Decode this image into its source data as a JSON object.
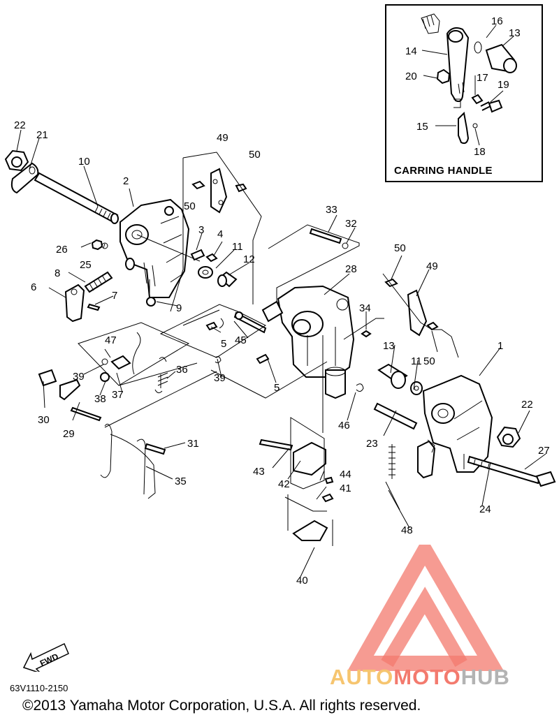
{
  "inset": {
    "title": "CARRING HANDLE"
  },
  "callouts": {
    "c1": "1",
    "c2": "2",
    "c3": "3",
    "c4": "4",
    "c5a": "5",
    "c5b": "5",
    "c6": "6",
    "c7": "7",
    "c8": "8",
    "c9": "9",
    "c10": "10",
    "c11a": "11",
    "c11b": "11",
    "c12": "12",
    "c13a": "13",
    "c13b": "13",
    "c14": "14",
    "c15": "15",
    "c16": "16",
    "c17": "17",
    "c18": "18",
    "c19": "19",
    "c20": "20",
    "c21": "21",
    "c22a": "22",
    "c22b": "22",
    "c23": "23",
    "c24": "24",
    "c25": "25",
    "c26": "26",
    "c27": "27",
    "c28": "28",
    "c29": "29",
    "c30": "30",
    "c31": "31",
    "c32": "32",
    "c33": "33",
    "c34": "34",
    "c35": "35",
    "c36": "36",
    "c37": "37",
    "c38": "38",
    "c39a": "39",
    "c39b": "39",
    "c40": "40",
    "c41": "41",
    "c42": "42",
    "c43": "43",
    "c44": "44",
    "c45": "45",
    "c46": "46",
    "c47": "47",
    "c48": "48",
    "c49a": "49",
    "c49b": "49",
    "c50a": "50",
    "c50b": "50",
    "c50c": "50"
  },
  "fwd_label": "FWD",
  "diagram_code": "63V1110-2150",
  "copyright": "©2013 Yamaha Motor Corporation, U.S.A. All rights reserved.",
  "watermark": {
    "part1": "AUTO",
    "part2": "MOTO",
    "part3": "HUB"
  },
  "colors": {
    "line": "#000000",
    "watermark_red": "#f37a6e",
    "watermark_yellow": "#f6c56f",
    "watermark_gray": "#b3b3b3"
  }
}
